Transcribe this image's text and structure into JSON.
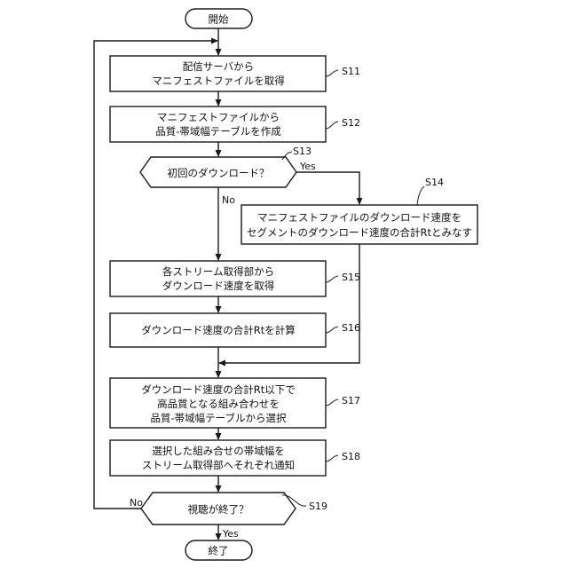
{
  "start": "開始",
  "end": "終了",
  "steps": {
    "s11": {
      "id": "S11",
      "lines": [
        "配信サーバから",
        "マニフェストファイルを取得"
      ]
    },
    "s12": {
      "id": "S12",
      "lines": [
        "マニフェストファイルから",
        "品質-帯域幅テーブルを作成"
      ]
    },
    "s13": {
      "id": "S13",
      "text": "初回のダウンロード？",
      "yes": "Yes",
      "no": "No"
    },
    "s14": {
      "id": "S14",
      "lines": [
        "マニフェストファイルのダウンロード速度を",
        "セグメントのダウンロード速度の合計Rtとみなす"
      ]
    },
    "s15": {
      "id": "S15",
      "lines": [
        "各ストリーム取得部から",
        "ダウンロード速度を取得"
      ]
    },
    "s16": {
      "id": "S16",
      "text": "ダウンロード速度の合計Rtを計算"
    },
    "s17": {
      "id": "S17",
      "lines": [
        "ダウンロード速度の合計Rt以下で",
        "高品質となる組み合わせを",
        "品質-帯域幅テーブルから選択"
      ]
    },
    "s18": {
      "id": "S18",
      "lines": [
        "選択した組み合せの帯域幅を",
        "ストリーム取得部へそれぞれ通知"
      ]
    },
    "s19": {
      "id": "S19",
      "text": "視聴が終了？",
      "yes": "Yes",
      "no": "No"
    }
  }
}
